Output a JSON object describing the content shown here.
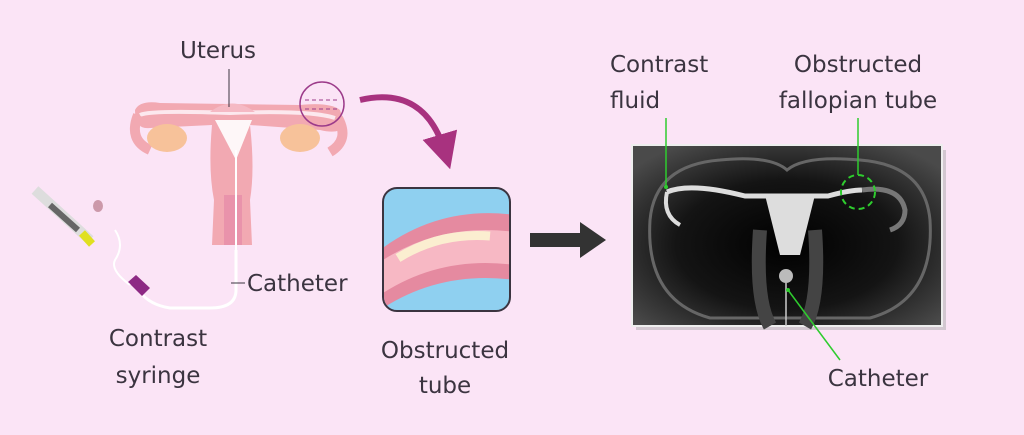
{
  "labels": {
    "uterus": "Uterus",
    "catheter_left": "Catheter",
    "contrast_syringe": [
      "Contrast",
      "syringe"
    ],
    "obstructed_tube": [
      "Obstructed",
      "tube"
    ],
    "contrast_fluid": [
      "Contrast",
      "fluid"
    ],
    "obstructed_fallopian_tube": [
      "Obstructed",
      "fallopian tube"
    ],
    "catheter_right": "Catheter"
  },
  "colors": {
    "background": "#fbe4f6",
    "curved_arrow": "#a8327f",
    "pointer_green": "#2ecc2e",
    "text": "#3b3440"
  }
}
